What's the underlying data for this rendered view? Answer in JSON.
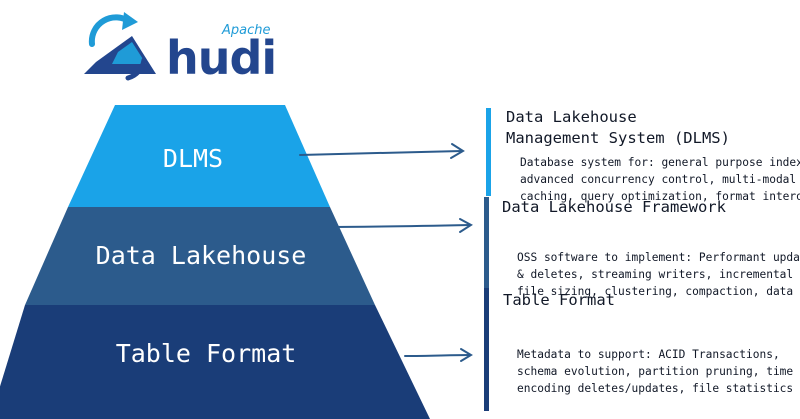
{
  "logo": {
    "brand": "Apache",
    "name": "hudi",
    "icon": "hudi-logo-icon"
  },
  "colors": {
    "dlms": "#1aa3e8",
    "lakehouse": "#2c5b8c",
    "table_format": "#1a3d78",
    "bar": "#1a3d78",
    "logo_dark": "#23468e",
    "logo_light": "#1f9bd7"
  },
  "layers": [
    {
      "label": "DLMS",
      "title": [
        "Data Lakehouse",
        "Management System (DLMS)"
      ],
      "description": [
        "Database system for: general purpose indexing",
        "advanced concurrency control, multi-modal data",
        "caching, query optimization, format interop"
      ]
    },
    {
      "label": "Data Lakehouse",
      "title": [
        "Data Lakehouse Framework"
      ],
      "description": [
        "OSS software to implement: Performant updates",
        "& deletes, streaming writers, incremental queries",
        "file sizing, clustering, compaction, data skipping"
      ]
    },
    {
      "label": "Table Format",
      "title": [
        "Table Format"
      ],
      "description": [
        "Metadata to support: ACID Transactions,",
        "schema evolution, partition pruning, time travel",
        "encoding deletes/updates, file statistics"
      ]
    }
  ]
}
